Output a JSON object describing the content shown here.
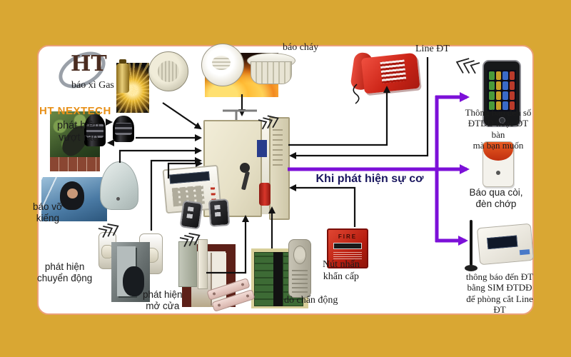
{
  "colors": {
    "bg_gold": "#d9a733",
    "accent_purple": "#7c10d8",
    "event_navy": "#19165e",
    "brand_orange": "#e89018",
    "line_black": "#111111"
  },
  "brand": {
    "monogram": "HT",
    "name": "HT NEXTECH"
  },
  "sensors": {
    "gas": {
      "label": "báo xì Gas"
    },
    "fence": {
      "label_1": "phát hiện",
      "label_2": "vượt rào"
    },
    "fire": {
      "label": "báo cháy"
    },
    "glass": {
      "label_1": "báo vỡ",
      "label_2": "kiếng"
    },
    "motion": {
      "label_1": "phát hiện",
      "label_2": "chuyển động"
    },
    "door": {
      "label_1": "phát hiện",
      "label_2": "mở cửa"
    },
    "vibration": {
      "label": "dò chấn động"
    },
    "panic": {
      "label_1": "Nút nhấn",
      "label_2": "khẩn cấp",
      "device_text": "FIRE"
    }
  },
  "phone_line": {
    "label": "Line ĐT"
  },
  "event": {
    "label": "Khi phát hiện sự cơ"
  },
  "outputs": {
    "mobile": {
      "line_1": "Thông báo đến số",
      "line_2": "ĐTDĐ hoặc ĐT bàn",
      "line_3": "mà bạn muốn"
    },
    "siren": {
      "line_1": "Báo qua còi,",
      "line_2": "đèn chớp"
    },
    "gsm": {
      "line_1": "thông báo đến ĐT",
      "line_2": "bằng SIM ĐTDĐ",
      "line_3": "để phòng cắt Line ĐT"
    }
  }
}
